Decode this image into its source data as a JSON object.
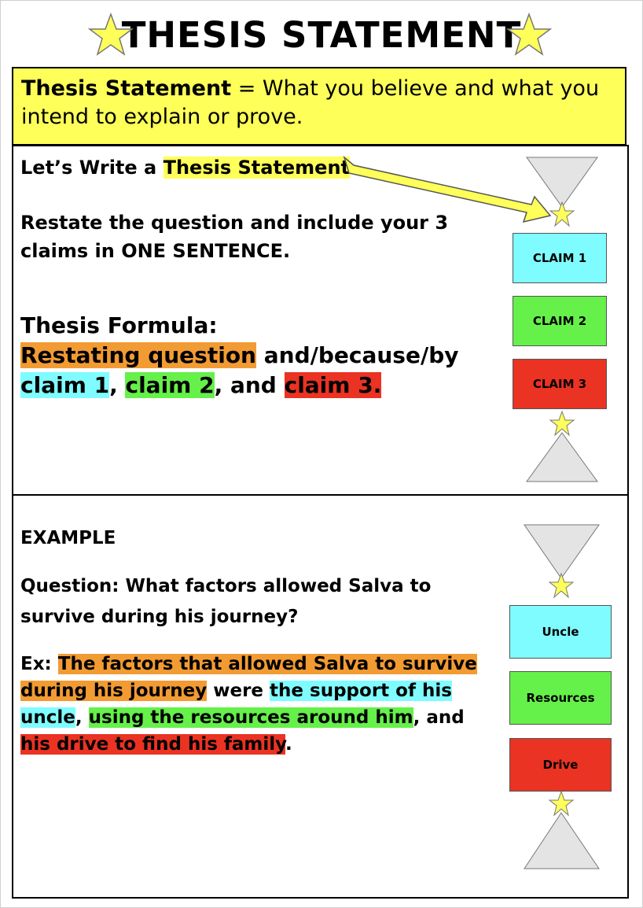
{
  "title": "THESIS STATEMENT",
  "definition": {
    "term": "Thesis Statement",
    "text": " = What you believe and what you intend to explain or prove."
  },
  "write_section": {
    "heading_prefix": "Let’s Write a ",
    "heading_highlight": "Thesis Statement",
    "instruction_line1": "Restate the question and include your 3",
    "instruction_line2": "claims in ONE SENTENCE.",
    "formula_label": "Thesis Formula:",
    "formula_restating": "Restating question",
    "formula_connector": " and/because/by",
    "formula_claim1": "claim 1",
    "formula_sep1": ", ",
    "formula_claim2": "claim 2",
    "formula_sep2": ", and ",
    "formula_claim3": "claim 3.",
    "claims": [
      "CLAIM 1",
      "CLAIM 2",
      "CLAIM 3"
    ]
  },
  "example_section": {
    "heading": "EXAMPLE",
    "question_line1": "Question: What factors allowed Salva to",
    "question_line2": "survive during his journey?",
    "ex_prefix": "Ex: ",
    "ex_restating_1": "The factors that allowed Salva to survive",
    "ex_restating_2": "during his journey",
    "ex_were": " were ",
    "ex_claim1_a": "the support of his",
    "ex_claim1_b": "uncle",
    "ex_comma": ", ",
    "ex_claim2": "using the resources around him",
    "ex_and": ", and",
    "ex_claim3": "his drive to find his family",
    "ex_period": ".",
    "claims": [
      "Uncle",
      "Resources",
      "Drive"
    ]
  },
  "colors": {
    "yellow": "#ffff5a",
    "orange": "#f29b33",
    "cyan": "#7ffcff",
    "green": "#66f04a",
    "red": "#ea3323"
  }
}
